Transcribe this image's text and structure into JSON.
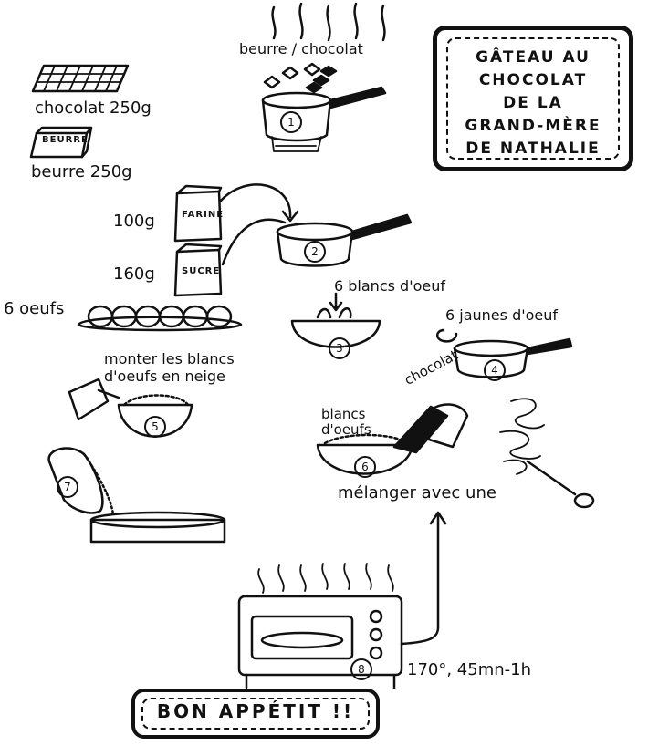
{
  "title": "GÂTEAU AU\nCHOCOLAT\nDE LA\nGRAND-MÈRE\nDE NATHALIE",
  "ingredients": {
    "chocolat": "chocolat 250g",
    "beurre": "beurre 250g",
    "beurre_pack_label": "BEURRE",
    "farine_qty": "100g",
    "farine_bag_label": "FARINE",
    "sucre_qty": "160g",
    "sucre_bag_label": "SUCRE",
    "oeufs": "6 oeufs"
  },
  "steps": {
    "s1_label": "beurre / chocolat",
    "s3_label": "6 blancs d'oeuf",
    "s4_label": "6 jaunes d'oeuf",
    "s5_label": "monter les blancs\nd'oeufs en neige",
    "s6_label_left": "blancs\nd'oeufs",
    "s6_label_right": "chocolat",
    "mix_label": "mélanger avec une",
    "oven_label": "170°, 45mn-1h"
  },
  "step_numbers": [
    "1",
    "2",
    "3",
    "4",
    "5",
    "6",
    "7",
    "8"
  ],
  "footer": "BON APPÉTIT !!"
}
